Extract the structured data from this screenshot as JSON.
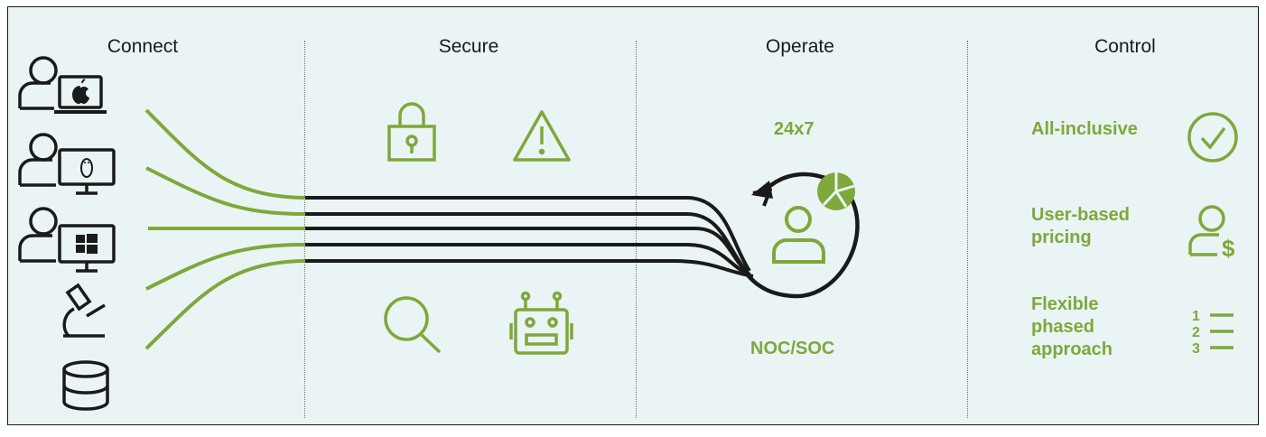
{
  "columns": {
    "connect": "Connect",
    "secure": "Secure",
    "operate": "Operate",
    "control": "Control"
  },
  "operate": {
    "hours": "24x7",
    "center": "NOC/SOC"
  },
  "control": {
    "item1": "All-inclusive",
    "item2_line1": "User-based",
    "item2_line2": "pricing",
    "item3_line1": "Flexible",
    "item3_line2": "phased",
    "item3_line3": "approach",
    "list_numbers": [
      "1",
      "2",
      "3"
    ]
  },
  "colors": {
    "green": "#7ea83a",
    "black": "#1a1a1a",
    "background": "#eaf4f5"
  },
  "icons": {
    "connect": [
      "user-mac-laptop-icon",
      "user-linux-desktop-icon",
      "user-windows-desktop-icon",
      "microscope-icon",
      "database-icon"
    ],
    "secure": [
      "lock-icon",
      "warning-icon",
      "search-icon",
      "robot-icon"
    ],
    "operate": [
      "operator-user-icon",
      "refresh-arrow-icon",
      "pie-chart-icon"
    ],
    "control": [
      "checkmark-circle-icon",
      "user-dollar-icon",
      "numbered-list-icon"
    ]
  }
}
